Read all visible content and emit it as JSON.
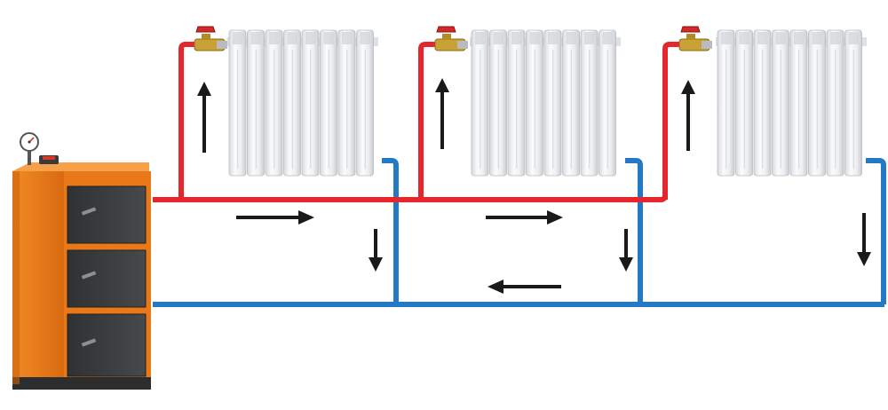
{
  "diagram": {
    "type": "two-pipe heating system schematic",
    "components": {
      "boiler": {
        "count": 1,
        "pressure_gauge": true
      },
      "radiators": {
        "count": 3,
        "sections_each": 8,
        "valve_on_inlet": true
      },
      "supply_pipe": {
        "color": "#e5262d"
      },
      "return_pipe": {
        "color": "#2479c4"
      }
    },
    "flow_arrows": {
      "radiator_inlets": "up",
      "supply_line": "right",
      "radiator_outlets": "down",
      "return_line": "left"
    },
    "colors": {
      "supply": "#e5262d",
      "return": "#2479c4",
      "boiler_body": "#ef7d1a",
      "boiler_doors": "#3b3d3f",
      "radiator": "#eef0f2",
      "valve_handle": "#cf2a2a",
      "valve_body": "#c9a236",
      "arrow": "#1a1a1a"
    }
  }
}
